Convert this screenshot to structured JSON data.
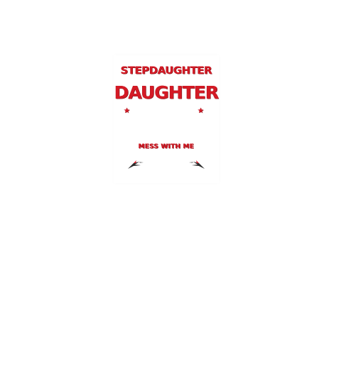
{
  "design": {
    "headline_top": "STEPDAUGHTER",
    "headline_main": "DAUGHTER",
    "tagline": "MESS WITH ME",
    "star_glyph": "★",
    "colors": {
      "primary_red": "#d41a25",
      "shadow_red": "#7b0f16",
      "bird_dark": "#2b2b2b",
      "background": "#ffffff"
    },
    "icons": [
      "star-icon",
      "star-icon",
      "bird-icon",
      "bird-icon"
    ]
  }
}
